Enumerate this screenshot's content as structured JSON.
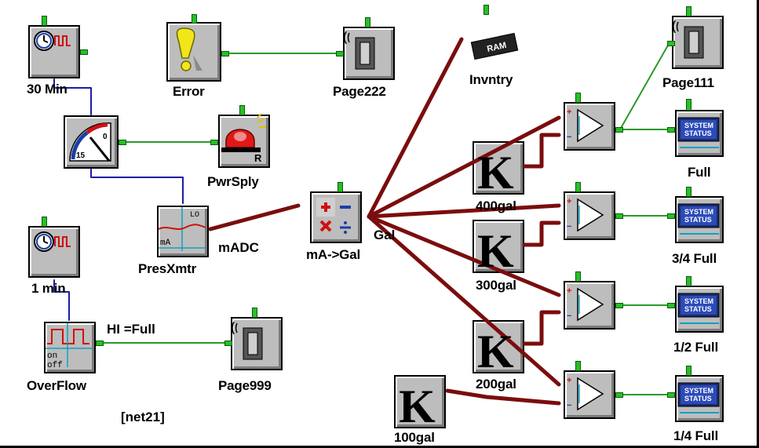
{
  "colors": {
    "green_wire": "#2a9a2a",
    "blue_wire": "#1c1ca8",
    "dark_red_wire": "#7a0d0d",
    "block_fill": "#bdbdbd",
    "pin_green": "#27c027"
  },
  "nodes": [
    {
      "id": "timer30",
      "label": "30 Min",
      "icon": "clock-pulse-icon"
    },
    {
      "id": "error",
      "label": "Error",
      "icon": "warning-icon"
    },
    {
      "id": "page222",
      "label": "Page222",
      "icon": "pager-icon"
    },
    {
      "id": "invntry",
      "label": "Invntry",
      "icon": "ram-chip-icon"
    },
    {
      "id": "page111",
      "label": "Page111",
      "icon": "pager-icon"
    },
    {
      "id": "gauge",
      "label": "",
      "icon": "gauge-icon"
    },
    {
      "id": "pwrsply",
      "label": "PwrSply",
      "icon": "alarm-bell-icon"
    },
    {
      "id": "presxmtr",
      "label": "PresXmtr",
      "icon": "pressure-transmitter-icon"
    },
    {
      "id": "timer1",
      "label": "1 min",
      "icon": "clock-pulse-icon"
    },
    {
      "id": "math",
      "label": "mA->Gal",
      "icon": "math-operations-icon"
    },
    {
      "id": "overflow",
      "label": "OverFlow",
      "icon": "on-off-switch-icon"
    },
    {
      "id": "page999",
      "label": "Page999",
      "icon": "pager-icon"
    },
    {
      "id": "k400",
      "label": "400gal",
      "icon": "constant-k-icon"
    },
    {
      "id": "k300",
      "label": "300gal",
      "icon": "constant-k-icon"
    },
    {
      "id": "k200",
      "label": "200gal",
      "icon": "constant-k-icon"
    },
    {
      "id": "k100",
      "label": "100gal",
      "icon": "constant-k-icon"
    },
    {
      "id": "cmp1",
      "label": "",
      "icon": "comparator-icon"
    },
    {
      "id": "cmp2",
      "label": "",
      "icon": "comparator-icon"
    },
    {
      "id": "cmp3",
      "label": "",
      "icon": "comparator-icon"
    },
    {
      "id": "cmp4",
      "label": "",
      "icon": "comparator-icon"
    },
    {
      "id": "sys1",
      "label": "Full",
      "icon": "system-status-icon"
    },
    {
      "id": "sys2",
      "label": "3/4 Full",
      "icon": "system-status-icon"
    },
    {
      "id": "sys3",
      "label": "1/2 Full",
      "icon": "system-status-icon"
    },
    {
      "id": "sys4",
      "label": "1/4 Full",
      "icon": "system-status-icon"
    }
  ],
  "wire_labels": {
    "madc": "mADC",
    "gal": "Gal",
    "hi_full": "HI =Full",
    "net": "[net21]"
  },
  "icon_text": {
    "ram": "RAM",
    "system": "SYSTEM",
    "status": "STATUS",
    "gauge_top": "0",
    "gauge_bottom": "15",
    "lo": "LO",
    "ma": "mA",
    "on": "on",
    "off": "off",
    "k": "K",
    "r": "R"
  }
}
